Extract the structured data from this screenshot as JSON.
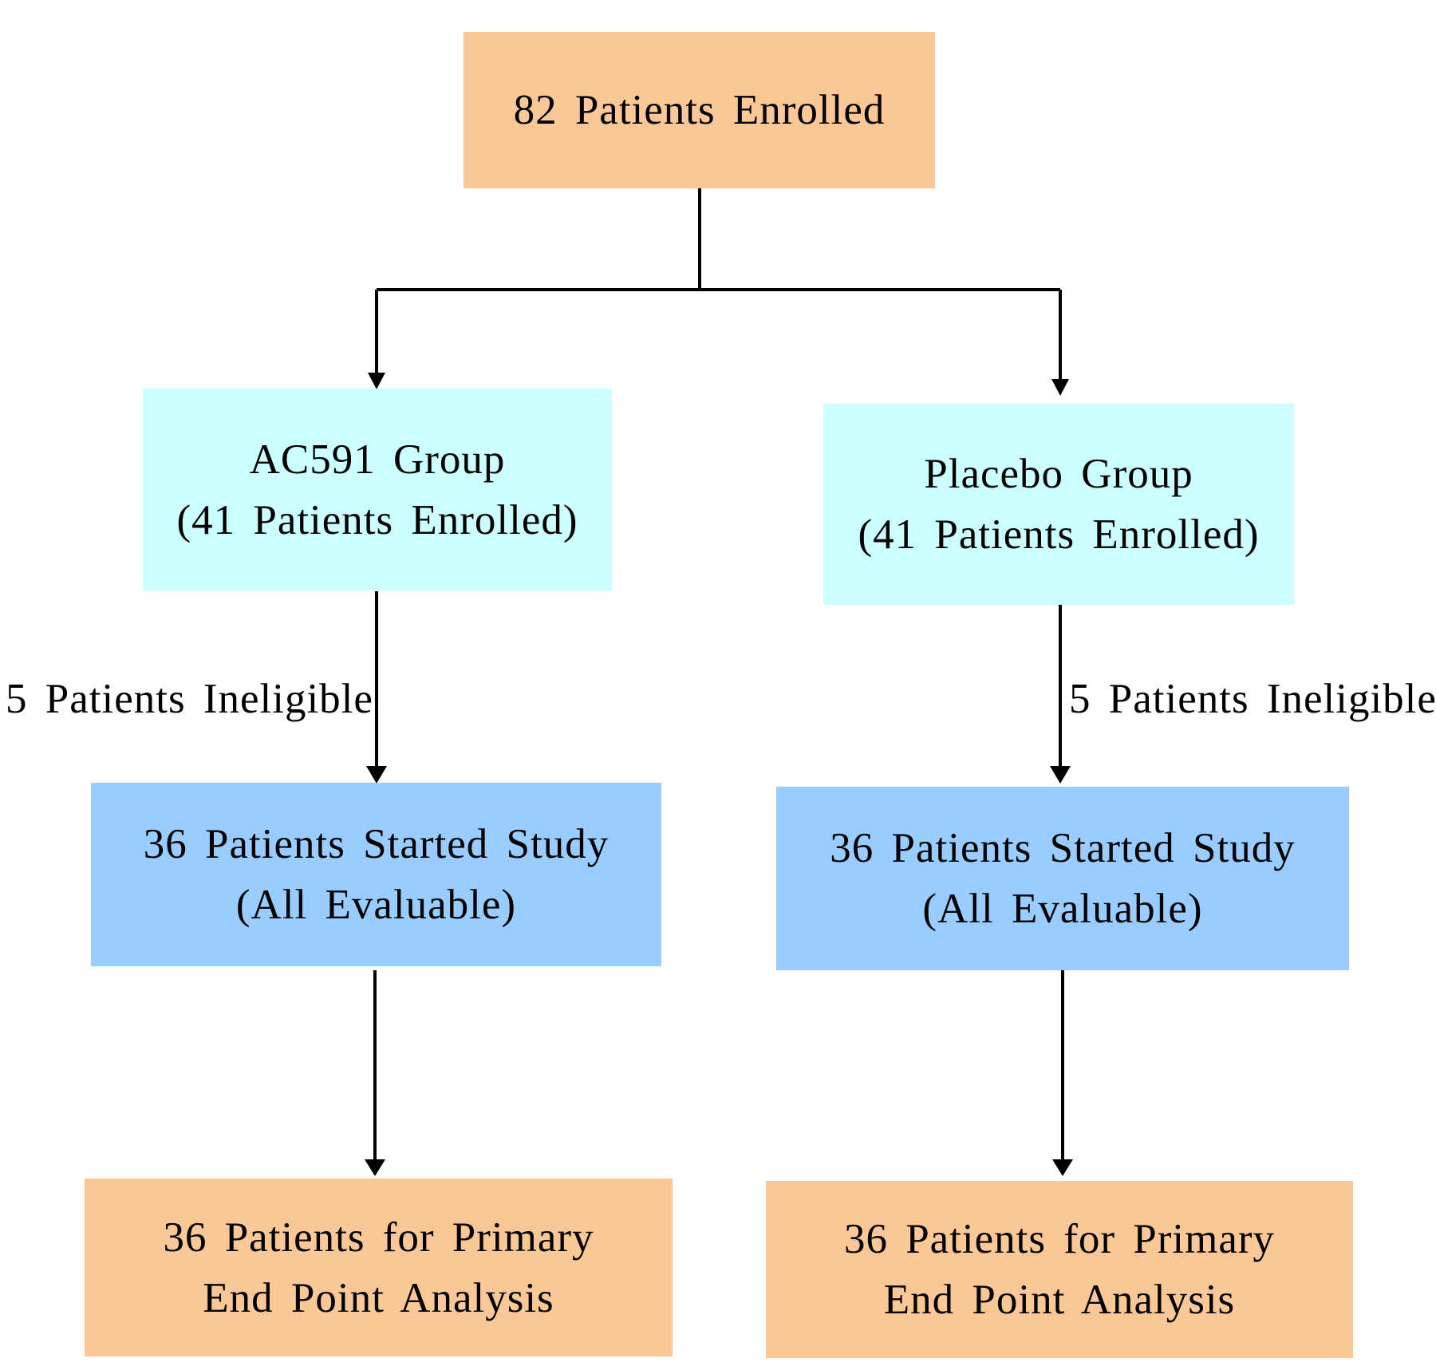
{
  "enrolled": {
    "label": "82 Patients Enrolled"
  },
  "ac591_group": {
    "line1": "AC591 Group",
    "line2": "(41 Patients Enrolled)"
  },
  "placebo_group": {
    "line1": "Placebo Group",
    "line2": "(41 Patients Enrolled)"
  },
  "ac591_ineligible": {
    "label": "5 Patients Ineligible"
  },
  "placebo_ineligible": {
    "label": "5 Patients Ineligible"
  },
  "ac591_started": {
    "line1": "36 Patients Started Study",
    "line2": "(All Evaluable)"
  },
  "placebo_started": {
    "line1": "36 Patients Started Study",
    "line2": "(All Evaluable)"
  },
  "ac591_analysis": {
    "line1": "36 Patients for Primary",
    "line2": "End Point Analysis"
  },
  "placebo_analysis": {
    "line1": "36 Patients for Primary",
    "line2": "End Point Analysis"
  },
  "colors": {
    "orange": "#FAC896",
    "cyan": "#CCFFFF",
    "blue": "#99CCFF",
    "line": "#000000"
  }
}
